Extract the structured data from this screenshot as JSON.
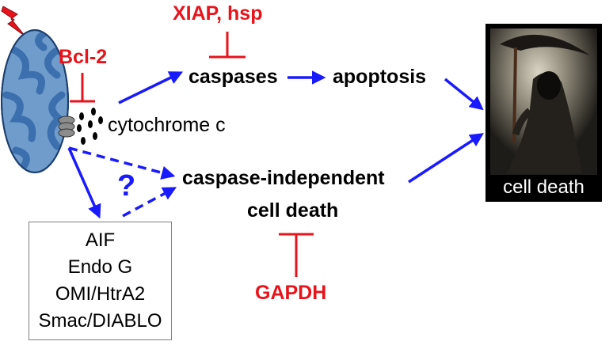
{
  "inhibitors": {
    "xiap": "XIAP, hsp",
    "bcl2": "Bcl-2",
    "gapdh": "GAPDH"
  },
  "nodes": {
    "caspases": "caspases",
    "apoptosis": "apoptosis",
    "cytochrome": "cytochrome c",
    "caspase_independent_line1": "caspase-independent",
    "caspase_independent_line2": "cell death",
    "question": "?",
    "cell_death": "cell death"
  },
  "released_proteins": [
    "AIF",
    "Endo G",
    "OMI/HtrA2",
    "Smac/DIABLO"
  ],
  "colors": {
    "arrow": "#1a1aff",
    "inhibitor": "#e8131b",
    "mitochondrion_fill": "#6f9ccb",
    "mitochondrion_cristae": "#3c6fae",
    "lightning": "#e8131b"
  },
  "icons": [
    "lightning-icon",
    "mitochondrion-icon",
    "pore-icon",
    "grim-reaper-image"
  ]
}
